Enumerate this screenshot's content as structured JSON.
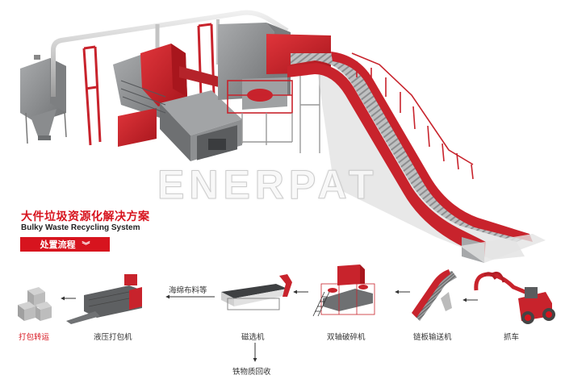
{
  "brand": {
    "watermark": "ENERPAT",
    "accent": "#d7141e"
  },
  "header": {
    "title_cn": "大件垃圾资源化解决方案",
    "title_en": "Bulky Waste Recycling System",
    "process_button": {
      "label": "处置流程",
      "icon": "double-chevron-down-icon"
    }
  },
  "flow": {
    "steps": [
      {
        "id": "grab-truck",
        "label": "抓车"
      },
      {
        "id": "chain-conveyor",
        "label": "链板输送机"
      },
      {
        "id": "twin-shaft-shredder",
        "label": "双轴破碎机"
      },
      {
        "id": "magnetic-separator",
        "label": "磁选机"
      },
      {
        "id": "hydraulic-baler",
        "label": "液压打包机"
      },
      {
        "id": "bale-transport",
        "label": "打包转运",
        "highlight": true
      }
    ],
    "branch_labels": {
      "sponge_fabric": "海绵布料等",
      "ferrous_recovery": "铁物质回收"
    }
  },
  "colors": {
    "red": "#d7141e",
    "machine_red": "#c8232c",
    "steel_gray": "#8a8c8e",
    "dark_gray": "#5a5c5e"
  }
}
